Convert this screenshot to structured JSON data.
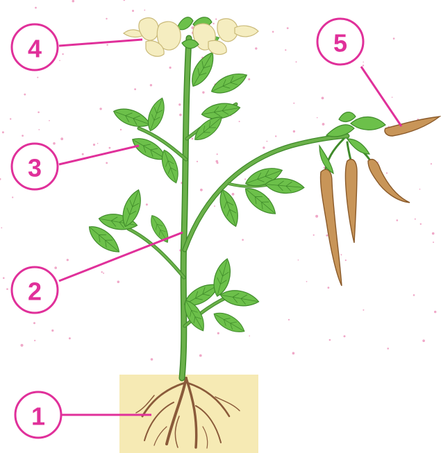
{
  "colors": {
    "marker": "#e0309a",
    "leaf": "#6cc04a",
    "stem": "#6bb14a",
    "pod": "#c89558",
    "soil": "#f6eab4",
    "petal": "#f5edc0"
  },
  "markers": [
    {
      "id": "1",
      "label": "1",
      "part": "root"
    },
    {
      "id": "2",
      "label": "2",
      "part": "stem"
    },
    {
      "id": "3",
      "label": "3",
      "part": "leaf"
    },
    {
      "id": "4",
      "label": "4",
      "part": "flower"
    },
    {
      "id": "5",
      "label": "5",
      "part": "fruit"
    }
  ]
}
